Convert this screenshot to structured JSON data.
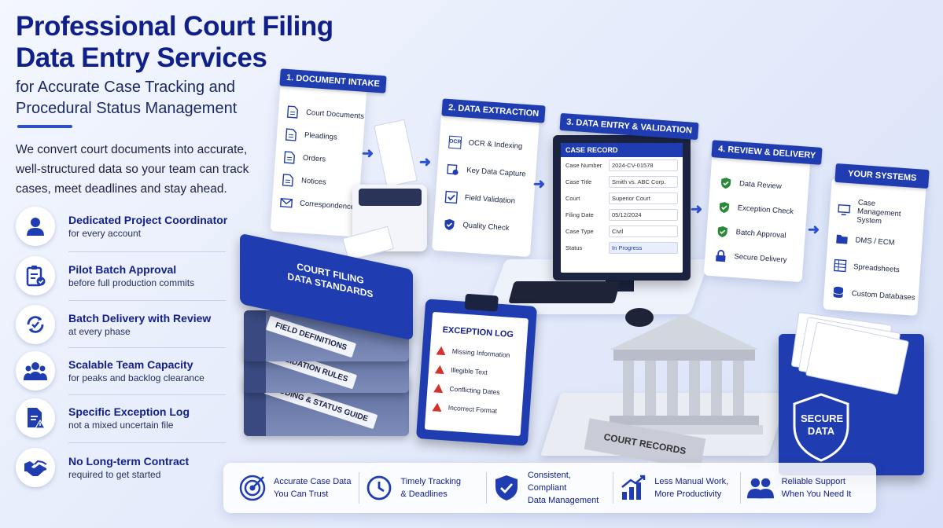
{
  "header": {
    "title": "Professional Court Filing Data Entry Services",
    "subtitle": "for Accurate Case Tracking and Procedural Status Management",
    "intro": "We convert court documents into accurate, well-structured data so your team can track cases, meet deadlines and stay ahead."
  },
  "features": [
    {
      "title": "Dedicated Project Coordinator",
      "sub": "for every account",
      "icon": "person-icon"
    },
    {
      "title": "Pilot Batch Approval",
      "sub": "before full production commits",
      "icon": "clipboard-check-icon"
    },
    {
      "title": "Batch Delivery with Review",
      "sub": "at every phase",
      "icon": "refresh-check-icon"
    },
    {
      "title": "Scalable Team Capacity",
      "sub": "for peaks and backlog clearance",
      "icon": "team-icon"
    },
    {
      "title": "Specific Exception Log",
      "sub": "not a mixed uncertain file",
      "icon": "document-alert-icon"
    },
    {
      "title": "No Long-term Contract",
      "sub": "required to get started",
      "icon": "handshake-icon"
    }
  ],
  "steps": {
    "intake": {
      "label": "1. DOCUMENT INTAKE",
      "items": [
        "Court Documents",
        "Pleadings",
        "Orders",
        "Notices",
        "Correspondence"
      ]
    },
    "extraction": {
      "label": "2. DATA EXTRACTION",
      "items": [
        "OCR & Indexing",
        "Key Data Capture",
        "Field Validation",
        "Quality Check"
      ],
      "ocr_glyph": "OCR"
    },
    "entry": {
      "label": "3. DATA ENTRY & VALIDATION",
      "record_title": "CASE RECORD",
      "rows": [
        {
          "key": "Case Number",
          "value": "2024-CV-01578"
        },
        {
          "key": "Case Title",
          "value": "Smith vs. ABC Corp."
        },
        {
          "key": "Court",
          "value": "Superior Court"
        },
        {
          "key": "Filing Date",
          "value": "05/12/2024"
        },
        {
          "key": "Case Type",
          "value": "Civil"
        },
        {
          "key": "Status",
          "value": "In Progress"
        }
      ]
    },
    "review": {
      "label": "4. REVIEW & DELIVERY",
      "items": [
        "Data Review",
        "Exception Check",
        "Batch Approval",
        "Secure Delivery"
      ]
    },
    "systems": {
      "label": "YOUR SYSTEMS",
      "items": [
        "Case Management System",
        "DMS / ECM",
        "Spreadsheets",
        "Custom Databases"
      ]
    }
  },
  "binders": {
    "top": "COURT FILING DATA STANDARDS",
    "labels": [
      "FIELD DEFINITIONS",
      "VALIDATION RULES",
      "CODING & STATUS GUIDE"
    ]
  },
  "exception_log": {
    "title": "EXCEPTION LOG",
    "items": [
      "Missing Information",
      "Illegible Text",
      "Conflicting Dates",
      "Incorrect Format"
    ]
  },
  "court_records_label": "COURT RECORDS",
  "secure_label": "SECURE DATA",
  "benefits": [
    {
      "line1": "Accurate Case Data",
      "line2": "You Can Trust",
      "icon": "target-icon"
    },
    {
      "line1": "Timely Tracking",
      "line2": "& Deadlines",
      "icon": "clock-icon"
    },
    {
      "line1": "Consistent, Compliant",
      "line2": "Data Management",
      "icon": "shield-check-icon"
    },
    {
      "line1": "Less Manual Work,",
      "line2": "More Productivity",
      "icon": "growth-chart-icon"
    },
    {
      "line1": "Reliable Support",
      "line2": "When You Need It",
      "icon": "team-support-icon"
    }
  ],
  "colors": {
    "brand": "#1f3db0",
    "title": "#10208a",
    "warning": "#d6322d",
    "success": "#2a8a3a"
  }
}
